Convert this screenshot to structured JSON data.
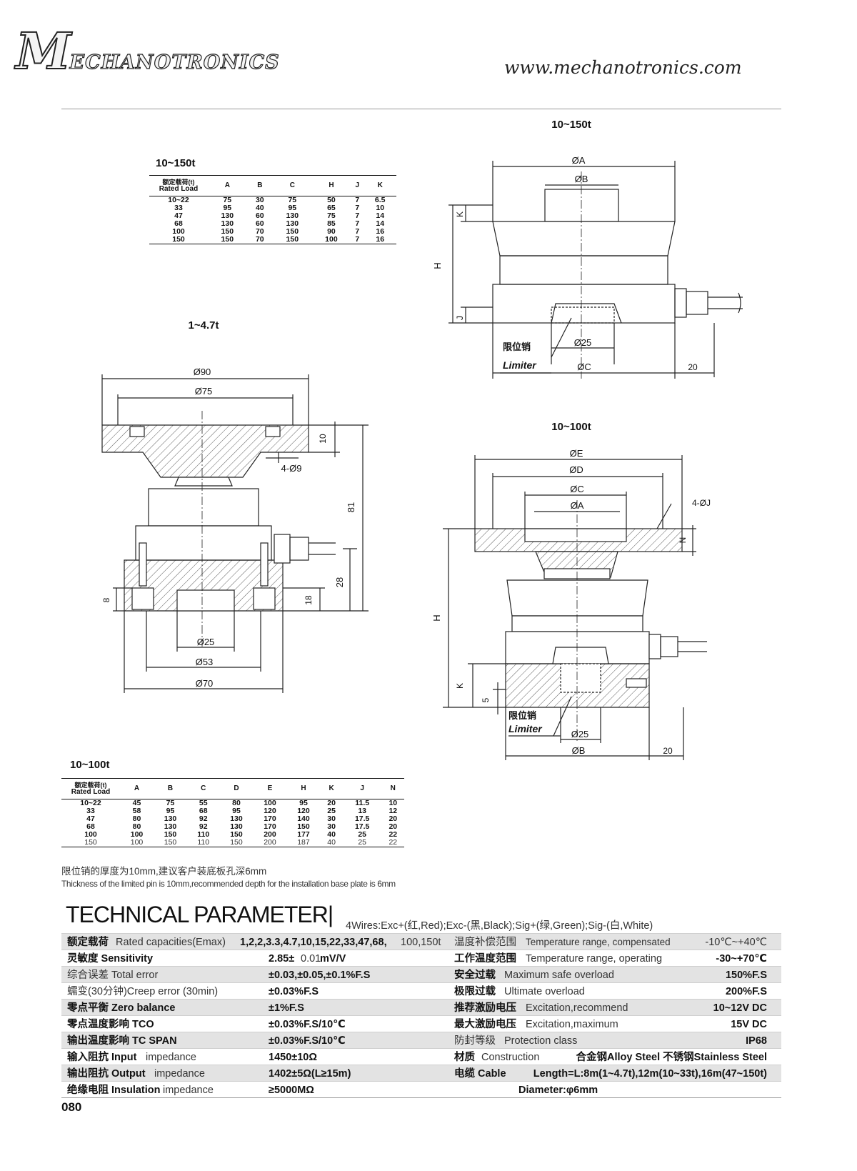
{
  "header": {
    "logo_initial": "M",
    "logo_rest": "ECHANOTRONICS",
    "website": "www.mechanotronics.com"
  },
  "drawing_labels": {
    "top_right_title": "10~150t",
    "small_title": "1~4.7t",
    "mid_right_title": "10~100t",
    "a": "ØA",
    "b": "ØB",
    "c": "ØC",
    "d": "ØD",
    "e": "ØE",
    "h": "H",
    "k": "K",
    "j": "J",
    "n": "N",
    "four_j": "4-ØJ",
    "phi25": "Ø25",
    "phi53": "Ø53",
    "phi70": "Ø70",
    "phi75": "Ø75",
    "phi90": "Ø90",
    "four_phi9": "4-Ø9",
    "d10": "10",
    "d81": "81",
    "d28": "28",
    "d18": "18",
    "d8": "8",
    "d5": "5",
    "d20": "20",
    "limiter_cn": "限位销",
    "limiter_en": "Limiter"
  },
  "table_150": {
    "title": "10~150t",
    "head_cn": "额定载荷(t)",
    "head_en": "Rated Load",
    "columns": [
      "A",
      "B",
      "C",
      "H",
      "J",
      "K"
    ],
    "rows": [
      [
        "10~22",
        "75",
        "30",
        "75",
        "50",
        "7",
        "6.5"
      ],
      [
        "33",
        "95",
        "40",
        "95",
        "65",
        "7",
        "10"
      ],
      [
        "47",
        "130",
        "60",
        "130",
        "75",
        "7",
        "14"
      ],
      [
        "68",
        "130",
        "60",
        "130",
        "85",
        "7",
        "14"
      ],
      [
        "100",
        "150",
        "70",
        "150",
        "90",
        "7",
        "16"
      ],
      [
        "150",
        "150",
        "70",
        "150",
        "100",
        "7",
        "16"
      ]
    ]
  },
  "table_100": {
    "title": "10~100t",
    "head_cn": "额定载荷(t)",
    "head_en": "Rated Load",
    "columns": [
      "A",
      "B",
      "C",
      "D",
      "E",
      "H",
      "K",
      "J",
      "N"
    ],
    "rows": [
      [
        "10~22",
        "45",
        "75",
        "55",
        "80",
        "100",
        "95",
        "20",
        "11.5",
        "10"
      ],
      [
        "33",
        "58",
        "95",
        "68",
        "95",
        "120",
        "120",
        "25",
        "13",
        "12"
      ],
      [
        "47",
        "80",
        "130",
        "92",
        "130",
        "170",
        "140",
        "30",
        "17.5",
        "20"
      ],
      [
        "68",
        "80",
        "130",
        "92",
        "130",
        "170",
        "150",
        "30",
        "17.5",
        "20"
      ],
      [
        "100",
        "100",
        "150",
        "110",
        "150",
        "200",
        "177",
        "40",
        "25",
        "22"
      ],
      [
        "150",
        "100",
        "150",
        "110",
        "150",
        "200",
        "187",
        "40",
        "25",
        "22"
      ]
    ]
  },
  "notes": {
    "cn": "限位销的厚度为10mm,建议客户装底板孔深6mm",
    "en": "Thickness of the limited pin is 10mm,recommended depth for the installation base plate is 6mm"
  },
  "technical": {
    "title": "TECHNICAL PARAMETER|",
    "wires": "4Wires:Exc+(红,Red);Exc-(黑,Black);Sig+(绿,Green);Sig-(白,White)",
    "rows": [
      {
        "l1": "额定载荷",
        "l2": "Rated capacities(Emax)",
        "v1": "1,2,2,3.3,4.7,10,15,22,33,47,68,",
        "v1b": "100,150t",
        "r1": "温度补偿范围",
        "r2": "Temperature range, compensated",
        "v2": "-10℃~+40℃"
      },
      {
        "l1": "灵敏度 Sensitivity",
        "l2": "",
        "v1": "2.85±",
        "v1b": "0.01",
        "v1c": "mV/V",
        "r1": "工作温度范围",
        "r2": "Temperature range, operating",
        "v2": "-30~+70℃"
      },
      {
        "l1": "综合误差 Total error",
        "l2": "",
        "v1": "±0.03,±0.05,±0.1%F.S",
        "r1": "安全过载",
        "r2": "Maximum safe overload",
        "v2": "150%F.S"
      },
      {
        "l1": "蠕变(30分钟)Creep error (30min)",
        "l2": "",
        "v1": "±0.03%F.S",
        "r1": "极限过载",
        "r2": "Ultimate overload",
        "v2": "200%F.S"
      },
      {
        "l1": "零点平衡 Zero balance",
        "l2": "",
        "v1": "±1%F.S",
        "r1": "推荐激励电压",
        "r2": "Excitation,recommend",
        "v2": "10~12V DC"
      },
      {
        "l1": "零点温度影响 TCO",
        "l2": "",
        "v1": "±0.03%F.S/10℃",
        "r1": "最大激励电压",
        "r2": "Excitation,maximum",
        "v2": "15V DC"
      },
      {
        "l1": "输出温度影响 TC SPAN",
        "l2": "",
        "v1": "±0.03%F.S/10℃",
        "r1": "防封等级",
        "r2": "Protection class",
        "v2": "IP68"
      },
      {
        "l1": "输入阻抗 Input",
        "l2": "impedance",
        "v1": "1450±10Ω",
        "r1": "材质",
        "r2": "Construction",
        "v2": "合金钢Alloy Steel  不锈钢Stainless Steel"
      },
      {
        "l1": "输出阻抗 Output",
        "l2": "impedance",
        "v1": "1402±5Ω(L≥15m)",
        "r1": "电缆 Cable",
        "r2": "",
        "v2": "Length=L:8m(1~4.7t),12m(10~33t),16m(47~150t)"
      },
      {
        "l1": "绝缘电阻 Insulation",
        "l2": "impedance",
        "v1": "≥5000MΩ",
        "r1": "",
        "r2": "",
        "v2": "Diameter:φ6mm"
      }
    ]
  },
  "page_number": "080"
}
